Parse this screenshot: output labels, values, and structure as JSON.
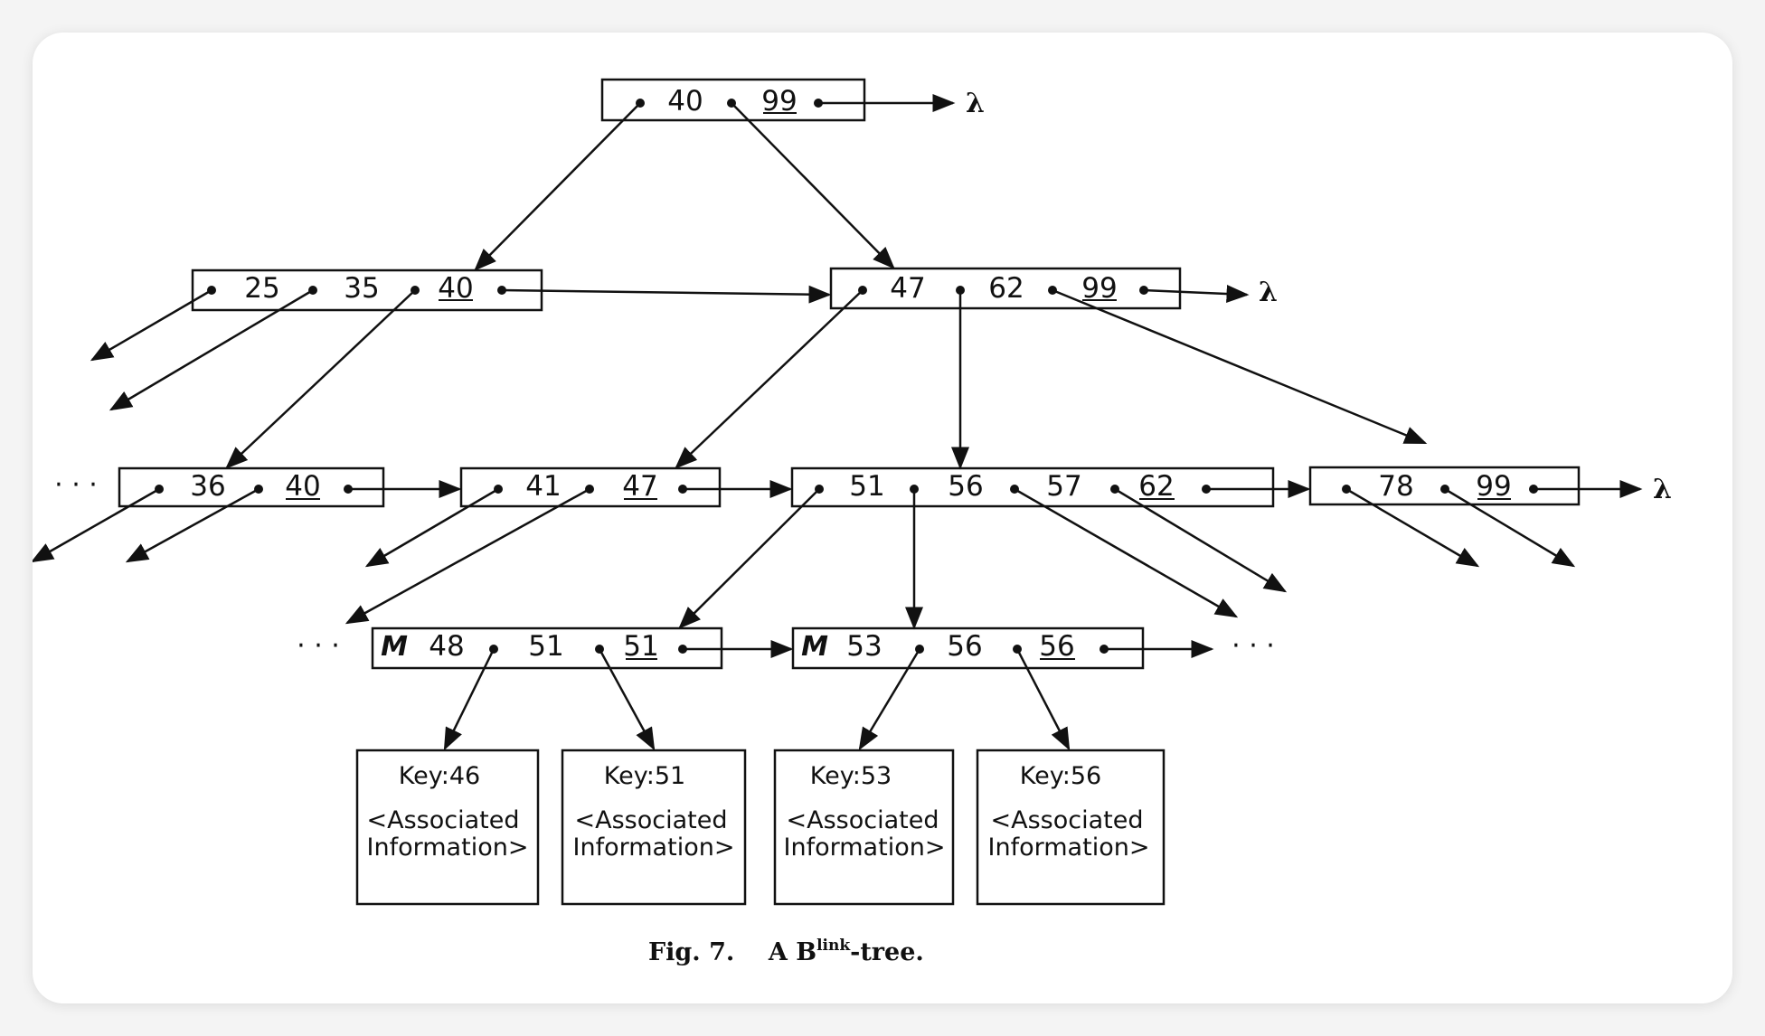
{
  "nodes": {
    "root": {
      "entries": [
        "40",
        "99"
      ],
      "high_key": "99"
    },
    "n1a": {
      "entries": [
        "25",
        "35",
        "40"
      ],
      "high_key": "40"
    },
    "n1b": {
      "entries": [
        "47",
        "62",
        "99"
      ],
      "high_key": "99"
    },
    "n2a": {
      "entries": [
        "36",
        "40"
      ],
      "high_key": "40"
    },
    "n2b": {
      "entries": [
        "41",
        "47"
      ],
      "high_key": "47"
    },
    "n2c": {
      "entries": [
        "51",
        "56",
        "57",
        "62"
      ],
      "high_key": "62"
    },
    "n2d": {
      "entries": [
        "78",
        "99"
      ],
      "high_key": "99"
    },
    "leafA": {
      "marker": "M",
      "entries": [
        "48",
        "51",
        "51"
      ],
      "high_key": "51"
    },
    "leafB": {
      "marker": "M",
      "entries": [
        "53",
        "56",
        "56"
      ],
      "high_key": "56"
    }
  },
  "records": [
    {
      "key_label": "Key:46",
      "info_line1": "<Associated",
      "info_line2": "Information>"
    },
    {
      "key_label": "Key:51",
      "info_line1": "<Associated",
      "info_line2": "Information>"
    },
    {
      "key_label": "Key:53",
      "info_line1": "<Associated",
      "info_line2": "Information>"
    },
    {
      "key_label": "Key:56",
      "info_line1": "<Associated",
      "info_line2": "Information>"
    }
  ],
  "null_pointer_symbol": "λ",
  "ellipsis": "· · ·",
  "caption": {
    "prefix": "Fig. 7.    A B",
    "superscript": "link",
    "suffix": "-tree."
  }
}
